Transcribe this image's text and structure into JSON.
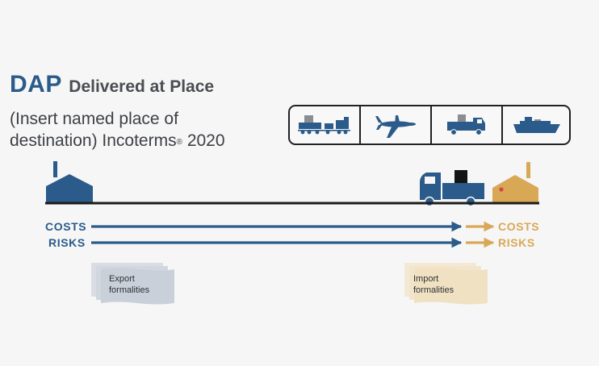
{
  "header": {
    "code": "DAP",
    "full_name": "Delivered at Place",
    "subtitle_line1": "(Insert named place of",
    "subtitle_line2_prefix": "destination) Incoterms",
    "subtitle_reg": "®",
    "subtitle_year": " 2020"
  },
  "transport_modes": [
    "train-icon",
    "plane-icon",
    "truck-icon",
    "ship-icon"
  ],
  "flows": {
    "seller_costs": "COSTS",
    "seller_risks": "RISKS",
    "buyer_costs": "COSTS",
    "buyer_risks": "RISKS"
  },
  "documents": {
    "export_line1": "Export",
    "export_line2": "formalities",
    "import_line1": "Import",
    "import_line2": "formalities"
  },
  "colors": {
    "seller_blue": "#2a5b8a",
    "buyer_gold": "#d9a857",
    "export_doc": "#c9d0d9",
    "import_doc": "#f0e1c2",
    "background": "#f6f6f6"
  }
}
